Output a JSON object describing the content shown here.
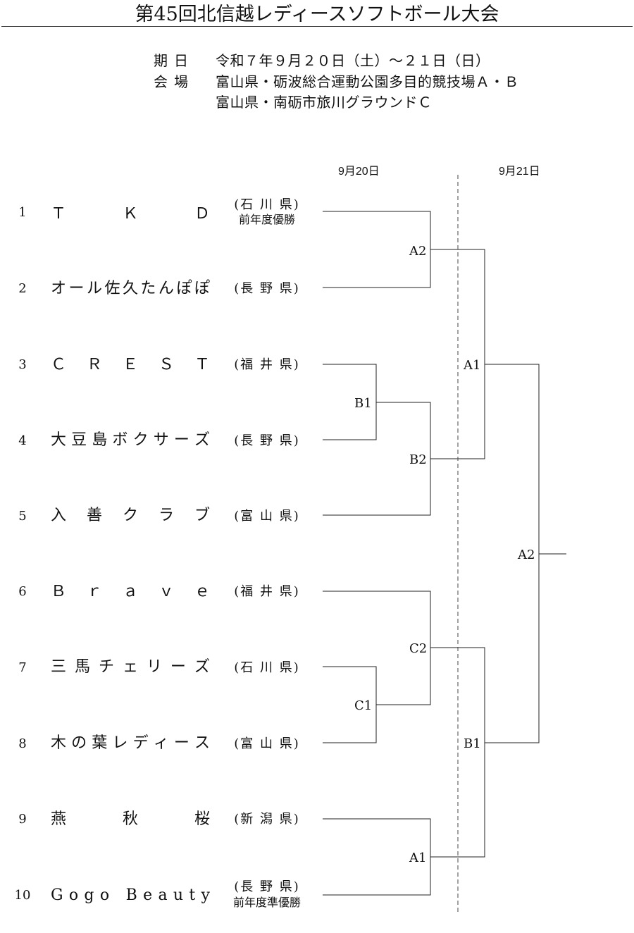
{
  "title": "第45回北信越レディースソフトボール大会",
  "info": {
    "date_label": "期日",
    "date_value": "令和７年９月２０日（土）～２１日（日）",
    "venue_label": "会場",
    "venue_value_1": "富山県・砺波総合運動公園多目的競技場Ａ・Ｂ",
    "venue_value_2": "富山県・南砺市旅川グラウンドＣ"
  },
  "day_headers": [
    "9月20日",
    "9月21日"
  ],
  "teams": [
    {
      "seed": "1",
      "name": "ＴＫＤ",
      "pref": "(石 川 県)",
      "note": "前年度優勝"
    },
    {
      "seed": "2",
      "name": "オール佐久たんぽぽ",
      "pref": "(長 野 県)",
      "note": ""
    },
    {
      "seed": "3",
      "name": "ＣＲＥＳＴ",
      "pref": "(福 井 県)",
      "note": ""
    },
    {
      "seed": "4",
      "name": "大豆島ボクサーズ",
      "pref": "(長 野 県)",
      "note": ""
    },
    {
      "seed": "5",
      "name": "入善クラブ",
      "pref": "(富 山 県)",
      "note": ""
    },
    {
      "seed": "6",
      "name": "Ｂｒａｖｅ",
      "pref": "(福 井 県)",
      "note": ""
    },
    {
      "seed": "7",
      "name": "三馬チェリーズ",
      "pref": "(石 川 県)",
      "note": ""
    },
    {
      "seed": "8",
      "name": "木の葉レディース",
      "pref": "(富 山 県)",
      "note": ""
    },
    {
      "seed": "9",
      "name": "燕秋桜",
      "pref": "(新 潟 県)",
      "note": ""
    },
    {
      "seed": "10",
      "name": "Gogo Beauty",
      "pref": "(長 野 県)",
      "note": "前年度準優勝"
    }
  ],
  "games": {
    "r2_top": "A2",
    "r1_b": "B1",
    "r2_b": "B2",
    "r1_c": "C1",
    "r2_c": "C2",
    "r2_bottom": "A1",
    "semi_top": "A1",
    "semi_bottom": "B1",
    "final": "A2"
  }
}
